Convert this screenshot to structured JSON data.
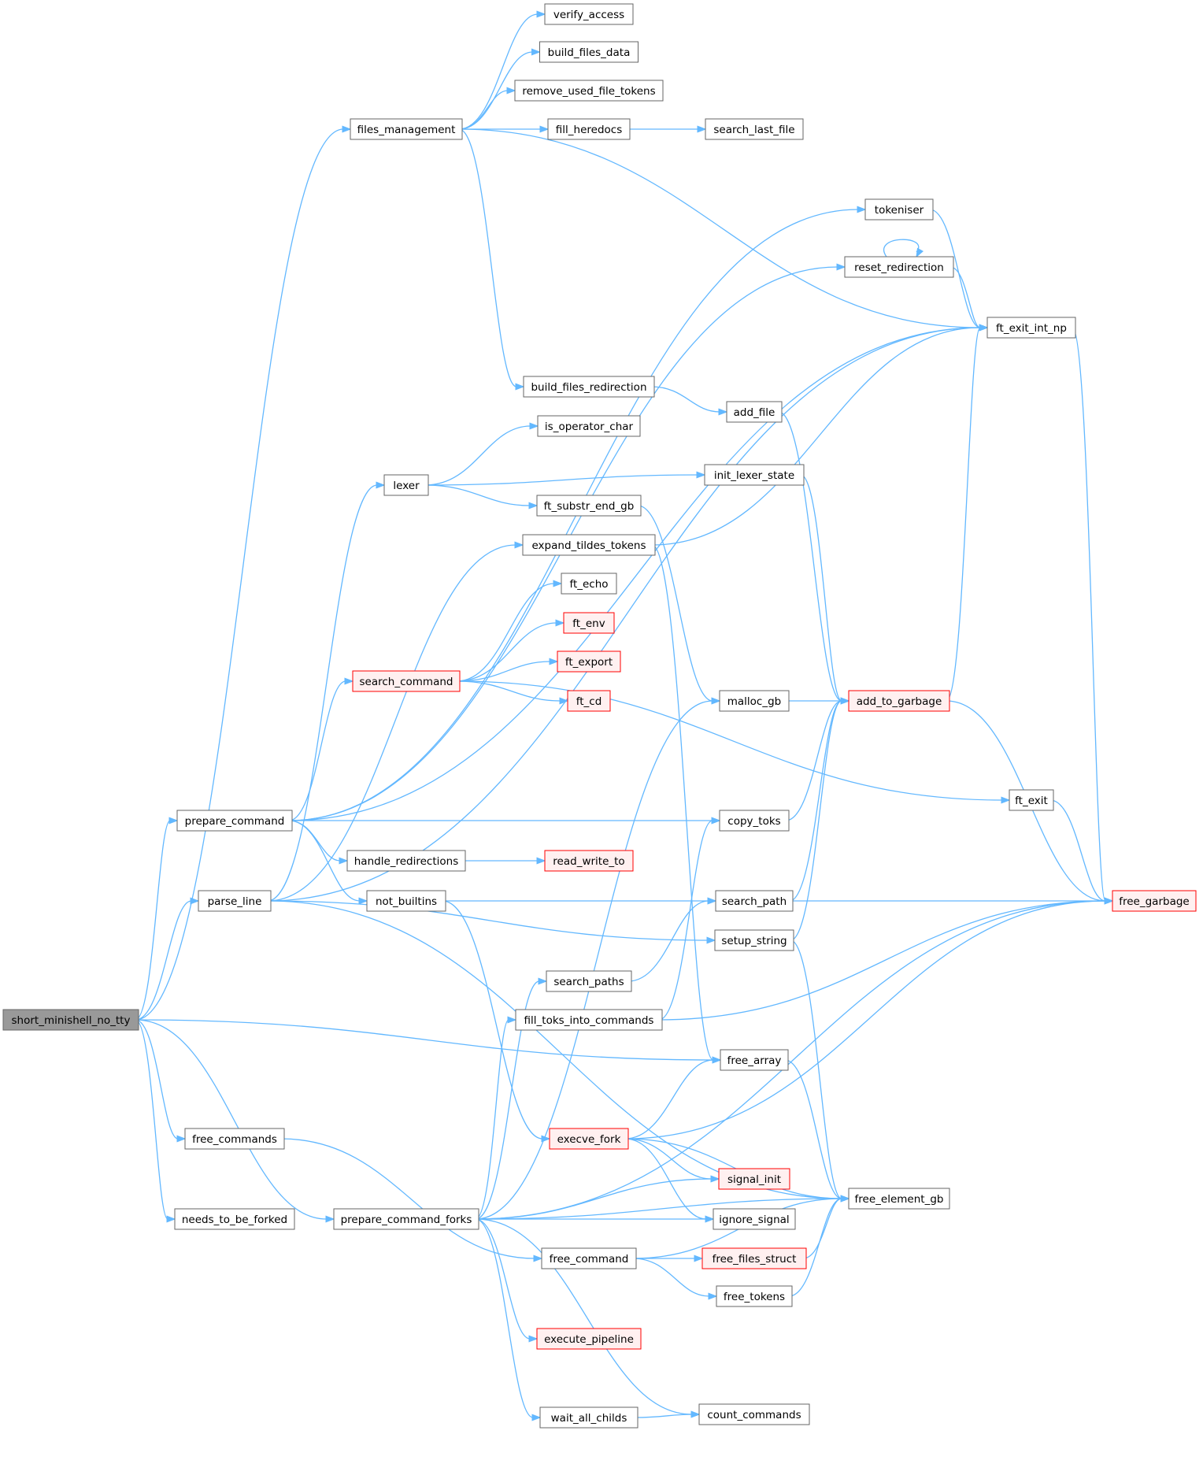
{
  "colors": {
    "edge": "#63b8ff",
    "node_border": "#666666",
    "node_fill": "#ffffff",
    "root_fill": "#999999",
    "root_border": "#666666",
    "truncated_border": "#ff0000",
    "truncated_fill": "#fff0f0"
  },
  "nodes": [
    {
      "id": "short_minishell_no_tty",
      "label": "short_minishell_no_tty",
      "kind": "root"
    },
    {
      "id": "files_management",
      "label": "files_management",
      "kind": "normal"
    },
    {
      "id": "verify_access",
      "label": "verify_access",
      "kind": "normal"
    },
    {
      "id": "build_files_data",
      "label": "build_files_data",
      "kind": "normal"
    },
    {
      "id": "remove_used_file_tokens",
      "label": "remove_used_file_tokens",
      "kind": "normal"
    },
    {
      "id": "fill_heredocs",
      "label": "fill_heredocs",
      "kind": "normal"
    },
    {
      "id": "search_last_file",
      "label": "search_last_file",
      "kind": "normal"
    },
    {
      "id": "tokeniser",
      "label": "tokeniser",
      "kind": "normal"
    },
    {
      "id": "reset_redirection",
      "label": "reset_redirection",
      "kind": "normal"
    },
    {
      "id": "ft_exit_int_np",
      "label": "ft_exit_int_np",
      "kind": "normal"
    },
    {
      "id": "build_files_redirection",
      "label": "build_files_redirection",
      "kind": "normal"
    },
    {
      "id": "add_file",
      "label": "add_file",
      "kind": "normal"
    },
    {
      "id": "is_operator_char",
      "label": "is_operator_char",
      "kind": "normal"
    },
    {
      "id": "lexer",
      "label": "lexer",
      "kind": "normal"
    },
    {
      "id": "init_lexer_state",
      "label": "init_lexer_state",
      "kind": "normal"
    },
    {
      "id": "ft_substr_end_gb",
      "label": "ft_substr_end_gb",
      "kind": "normal"
    },
    {
      "id": "expand_tildes_tokens",
      "label": "expand_tildes_tokens",
      "kind": "normal"
    },
    {
      "id": "ft_echo",
      "label": "ft_echo",
      "kind": "normal"
    },
    {
      "id": "ft_env",
      "label": "ft_env",
      "kind": "truncated"
    },
    {
      "id": "ft_export",
      "label": "ft_export",
      "kind": "truncated"
    },
    {
      "id": "search_command",
      "label": "search_command",
      "kind": "truncated"
    },
    {
      "id": "ft_cd",
      "label": "ft_cd",
      "kind": "truncated"
    },
    {
      "id": "malloc_gb",
      "label": "malloc_gb",
      "kind": "normal"
    },
    {
      "id": "add_to_garbage",
      "label": "add_to_garbage",
      "kind": "truncated"
    },
    {
      "id": "ft_exit",
      "label": "ft_exit",
      "kind": "normal"
    },
    {
      "id": "prepare_command",
      "label": "prepare_command",
      "kind": "normal"
    },
    {
      "id": "copy_toks",
      "label": "copy_toks",
      "kind": "normal"
    },
    {
      "id": "handle_redirections",
      "label": "handle_redirections",
      "kind": "normal"
    },
    {
      "id": "read_write_to",
      "label": "read_write_to",
      "kind": "truncated"
    },
    {
      "id": "parse_line",
      "label": "parse_line",
      "kind": "normal"
    },
    {
      "id": "not_builtins",
      "label": "not_builtins",
      "kind": "normal"
    },
    {
      "id": "search_path",
      "label": "search_path",
      "kind": "normal"
    },
    {
      "id": "free_garbage",
      "label": "free_garbage",
      "kind": "truncated"
    },
    {
      "id": "setup_string",
      "label": "setup_string",
      "kind": "normal"
    },
    {
      "id": "search_paths",
      "label": "search_paths",
      "kind": "normal"
    },
    {
      "id": "fill_toks_into_commands",
      "label": "fill_toks_into_commands",
      "kind": "normal"
    },
    {
      "id": "free_array",
      "label": "free_array",
      "kind": "normal"
    },
    {
      "id": "free_commands",
      "label": "free_commands",
      "kind": "normal"
    },
    {
      "id": "execve_fork",
      "label": "execve_fork",
      "kind": "truncated"
    },
    {
      "id": "signal_init",
      "label": "signal_init",
      "kind": "truncated"
    },
    {
      "id": "free_element_gb",
      "label": "free_element_gb",
      "kind": "normal"
    },
    {
      "id": "needs_to_be_forked",
      "label": "needs_to_be_forked",
      "kind": "normal"
    },
    {
      "id": "prepare_command_forks",
      "label": "prepare_command_forks",
      "kind": "normal"
    },
    {
      "id": "ignore_signal",
      "label": "ignore_signal",
      "kind": "normal"
    },
    {
      "id": "free_command",
      "label": "free_command",
      "kind": "normal"
    },
    {
      "id": "free_files_struct",
      "label": "free_files_struct",
      "kind": "truncated"
    },
    {
      "id": "free_tokens",
      "label": "free_tokens",
      "kind": "normal"
    },
    {
      "id": "execute_pipeline",
      "label": "execute_pipeline",
      "kind": "truncated"
    },
    {
      "id": "wait_all_childs",
      "label": "wait_all_childs",
      "kind": "normal"
    },
    {
      "id": "count_commands",
      "label": "count_commands",
      "kind": "normal"
    }
  ],
  "edges": [
    [
      "short_minishell_no_tty",
      "files_management"
    ],
    [
      "short_minishell_no_tty",
      "prepare_command"
    ],
    [
      "short_minishell_no_tty",
      "parse_line"
    ],
    [
      "short_minishell_no_tty",
      "free_array"
    ],
    [
      "short_minishell_no_tty",
      "free_commands"
    ],
    [
      "short_minishell_no_tty",
      "needs_to_be_forked"
    ],
    [
      "short_minishell_no_tty",
      "prepare_command_forks"
    ],
    [
      "files_management",
      "verify_access"
    ],
    [
      "files_management",
      "build_files_data"
    ],
    [
      "files_management",
      "remove_used_file_tokens"
    ],
    [
      "files_management",
      "fill_heredocs"
    ],
    [
      "files_management",
      "build_files_redirection"
    ],
    [
      "files_management",
      "ft_exit_int_np"
    ],
    [
      "fill_heredocs",
      "search_last_file"
    ],
    [
      "tokeniser",
      "ft_exit_int_np"
    ],
    [
      "reset_redirection",
      "reset_redirection"
    ],
    [
      "reset_redirection",
      "ft_exit_int_np"
    ],
    [
      "ft_exit_int_np",
      "free_garbage"
    ],
    [
      "build_files_redirection",
      "add_file"
    ],
    [
      "add_file",
      "add_to_garbage"
    ],
    [
      "lexer",
      "is_operator_char"
    ],
    [
      "lexer",
      "init_lexer_state"
    ],
    [
      "lexer",
      "ft_substr_end_gb"
    ],
    [
      "init_lexer_state",
      "add_to_garbage"
    ],
    [
      "ft_substr_end_gb",
      "malloc_gb"
    ],
    [
      "expand_tildes_tokens",
      "ft_exit_int_np"
    ],
    [
      "expand_tildes_tokens",
      "free_array"
    ],
    [
      "search_command",
      "ft_echo"
    ],
    [
      "search_command",
      "ft_env"
    ],
    [
      "search_command",
      "ft_export"
    ],
    [
      "search_command",
      "ft_cd"
    ],
    [
      "search_command",
      "ft_exit"
    ],
    [
      "malloc_gb",
      "add_to_garbage"
    ],
    [
      "add_to_garbage",
      "ft_exit_int_np"
    ],
    [
      "add_to_garbage",
      "free_garbage"
    ],
    [
      "ft_exit",
      "free_garbage"
    ],
    [
      "prepare_command",
      "tokeniser"
    ],
    [
      "prepare_command",
      "reset_redirection"
    ],
    [
      "prepare_command",
      "ft_exit_int_np"
    ],
    [
      "prepare_command",
      "search_command"
    ],
    [
      "prepare_command",
      "copy_toks"
    ],
    [
      "prepare_command",
      "handle_redirections"
    ],
    [
      "prepare_command",
      "not_builtins"
    ],
    [
      "copy_toks",
      "add_to_garbage"
    ],
    [
      "handle_redirections",
      "read_write_to"
    ],
    [
      "parse_line",
      "ft_exit_int_np"
    ],
    [
      "parse_line",
      "lexer"
    ],
    [
      "parse_line",
      "expand_tildes_tokens"
    ],
    [
      "parse_line",
      "setup_string"
    ],
    [
      "parse_line",
      "free_element_gb"
    ],
    [
      "not_builtins",
      "search_path"
    ],
    [
      "not_builtins",
      "execve_fork"
    ],
    [
      "search_path",
      "add_to_garbage"
    ],
    [
      "search_path",
      "free_garbage"
    ],
    [
      "setup_string",
      "add_to_garbage"
    ],
    [
      "setup_string",
      "free_element_gb"
    ],
    [
      "search_paths",
      "search_path"
    ],
    [
      "fill_toks_into_commands",
      "copy_toks"
    ],
    [
      "fill_toks_into_commands",
      "free_garbage"
    ],
    [
      "free_array",
      "free_element_gb"
    ],
    [
      "free_commands",
      "free_command"
    ],
    [
      "execve_fork",
      "free_array"
    ],
    [
      "execve_fork",
      "free_garbage"
    ],
    [
      "execve_fork",
      "signal_init"
    ],
    [
      "execve_fork",
      "free_element_gb"
    ],
    [
      "execve_fork",
      "ignore_signal"
    ],
    [
      "prepare_command_forks",
      "malloc_gb"
    ],
    [
      "prepare_command_forks",
      "search_paths"
    ],
    [
      "prepare_command_forks",
      "fill_toks_into_commands"
    ],
    [
      "prepare_command_forks",
      "signal_init"
    ],
    [
      "prepare_command_forks",
      "ignore_signal"
    ],
    [
      "prepare_command_forks",
      "free_element_gb"
    ],
    [
      "prepare_command_forks",
      "execute_pipeline"
    ],
    [
      "prepare_command_forks",
      "wait_all_childs"
    ],
    [
      "prepare_command_forks",
      "count_commands"
    ],
    [
      "prepare_command_forks",
      "free_garbage"
    ],
    [
      "free_command",
      "free_files_struct"
    ],
    [
      "free_command",
      "free_tokens"
    ],
    [
      "free_command",
      "free_element_gb"
    ],
    [
      "free_files_struct",
      "free_element_gb"
    ],
    [
      "free_tokens",
      "free_element_gb"
    ],
    [
      "wait_all_childs",
      "count_commands"
    ]
  ]
}
